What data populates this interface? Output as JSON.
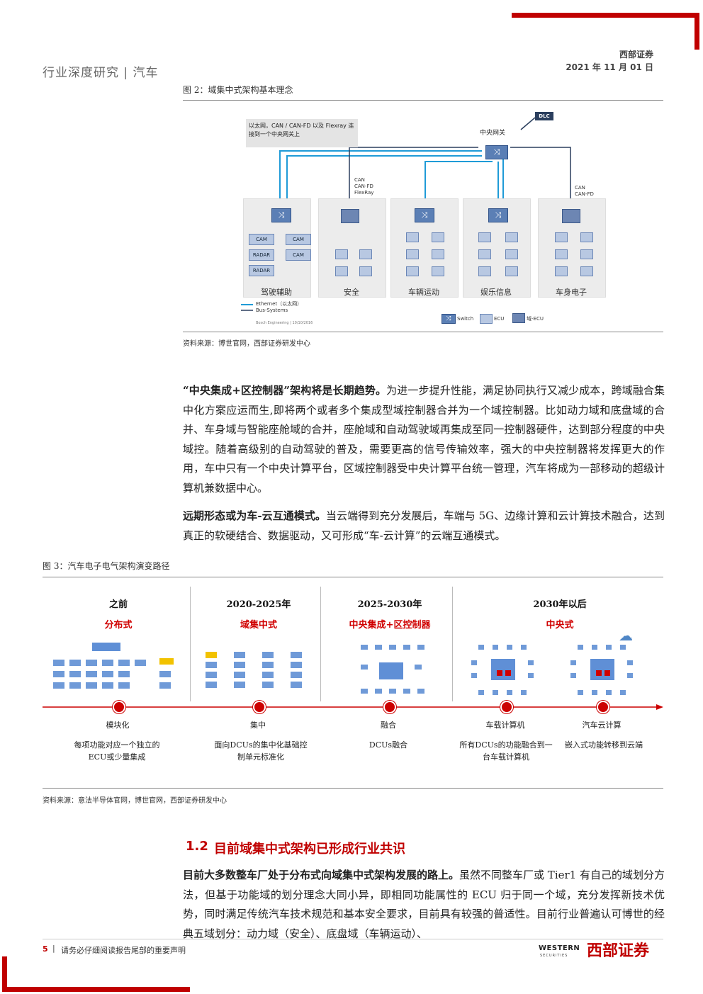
{
  "header": {
    "left": "行业深度研究 | 汽车",
    "brand": "西部证券",
    "date": "2021 年 11 月 01 日"
  },
  "fig2": {
    "caption": "图 2：域集中式架构基本理念",
    "note": "以太网，CAN / CAN-FD 以及 Flexray 连接到一个中央网关上",
    "dlc": "DLC",
    "gateway": "中央网关",
    "bus_labels": [
      "CAN",
      "CAN-FD",
      "FlexRay"
    ],
    "bus_labels_right": [
      "CAN",
      "CAN-FD"
    ],
    "cam_labels": [
      "CAM",
      "CAM",
      "RADAR",
      "CAM",
      "RADAR"
    ],
    "domains": [
      "驾驶辅助",
      "安全",
      "车辆运动",
      "娱乐信息",
      "车身电子"
    ],
    "legend_ethernet": "Ethernet（以太网）",
    "legend_bus": "Bus-Systems",
    "credit": "Bosch Engineering | 10/10/2016",
    "legend_switch": "Switch",
    "legend_ecu": "ECU",
    "legend_domain_ecu": "域-ECU",
    "switch_symbol": "⤨",
    "source": "资料来源：博世官网，西部证券研发中心"
  },
  "para1": {
    "bold": "“中央集成+区控制器”架构将是长期趋势。",
    "text": "为进一步提升性能，满足协同执行又减少成本，跨域融合集中化方案应运而生,即将两个或者多个集成型域控制器合并为一个域控制器。比如动力域和底盘域的合并、车身域与智能座舱域的合并，座舱域和自动驾驶域再集成至同一控制器硬件，达到部分程度的中央域控。随着高级别的自动驾驶的普及，需要更高的信号传输效率，强大的中央控制器将发挥更大的作用，车中只有一个中央计算平台，区域控制器受中央计算平台统一管理，汽车将成为一部移动的超级计算机兼数据中心。"
  },
  "para2": {
    "bold": "远期形态或为车-云互通模式。",
    "text": "当云端得到充分发展后，车端与 5G、边缘计算和云计算技术融合，达到真正的软硬结合、数据驱动，又可形成“车-云计算”的云端互通模式。"
  },
  "fig3": {
    "caption": "图 3：汽车电子电气架构演变路径",
    "eras": [
      {
        "title": "之前",
        "sub": "分布式"
      },
      {
        "title": "2020-2025年",
        "sub": "域集中式"
      },
      {
        "title": "2025-2030年",
        "sub": "中央集成+区控制器"
      },
      {
        "title": "2030年以后",
        "sub": "中央式"
      }
    ],
    "stages": [
      {
        "name": "模块化",
        "desc": "每项功能对应一个独立的ECU或少量集成"
      },
      {
        "name": "集中",
        "desc": "面向DCUs的集中化基础控制单元标准化"
      },
      {
        "name": "融合",
        "desc": "DCUs融合"
      },
      {
        "name": "车载计算机",
        "desc": "所有DCUs的功能融合到一台车载计算机"
      },
      {
        "name": "汽车云计算",
        "desc": "嵌入式功能转移到云端"
      }
    ],
    "source": "资料来源：意法半导体官网，博世官网，西部证券研发中心"
  },
  "section": {
    "number": "1.2",
    "title": "目前域集中式架构已形成行业共识"
  },
  "para3": {
    "bold": "目前大多数整车厂处于分布式向域集中式架构发展的路上。",
    "text": "虽然不同整车厂或 Tier1 有自己的域划分方法，但基于功能域的划分理念大同小异，即相同功能属性的 ECU 归于同一个域，充分发挥新技术优势，同时满足传统汽车技术规范和基本安全要求，目前具有较强的普适性。目前行业普遍认可博世的经典五域划分：动力域（安全）、底盘域（车辆运动）、"
  },
  "footer": {
    "page": "5",
    "sep": "|",
    "text": "请务必仔细阅读报告尾部的重要声明",
    "logo_en": "WESTERN",
    "logo_en2": "SECURITIES",
    "logo_cn": "西部证券"
  },
  "colors": {
    "accent": "#c00000",
    "ethernet": "#1f9bd7",
    "bus": "#2b3f5e"
  }
}
